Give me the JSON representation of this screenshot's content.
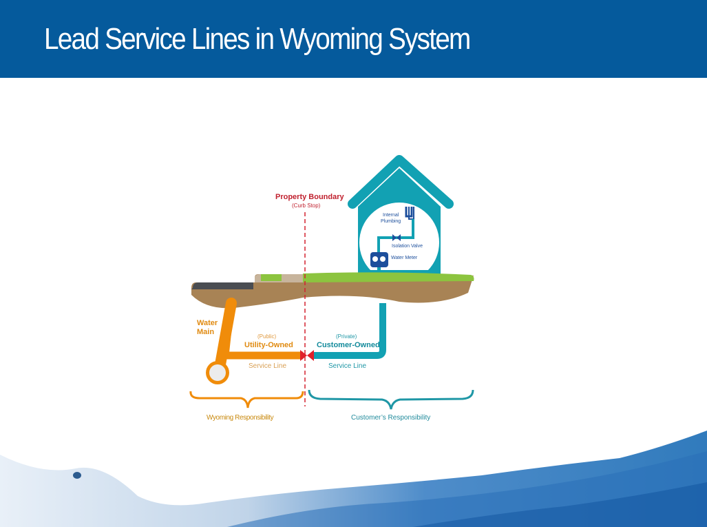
{
  "header": {
    "title": "Lead Service Lines in Wyoming System"
  },
  "diagram": {
    "property_boundary": {
      "label": "Property Boundary",
      "sublabel": "(Curb Stop)"
    },
    "house": {
      "internal_plumbing_line1": "Internal",
      "internal_plumbing_line2": "Plumbing",
      "isolation_valve": "Isolation Valve",
      "water_meter": "Water Meter"
    },
    "water_main": {
      "line1": "Water",
      "line2": "Main"
    },
    "public_side": {
      "qualifier": "(Public)",
      "owner": "Utility-Owned",
      "line": "Service Line",
      "responsibility": "Wyoming Responsibility"
    },
    "private_side": {
      "qualifier": "(Private)",
      "owner": "Customer-Owned",
      "line": "Service Line",
      "responsibility": "Customer’s Responsibility"
    },
    "colors": {
      "header_blue": "#055a9c",
      "utility_orange": "#f08c0a",
      "customer_teal": "#12a1b3",
      "boundary_red": "#d4202f",
      "soil_brown": "#a88355",
      "grass_green": "#8cc43f",
      "road_gray": "#4a4d52"
    }
  }
}
